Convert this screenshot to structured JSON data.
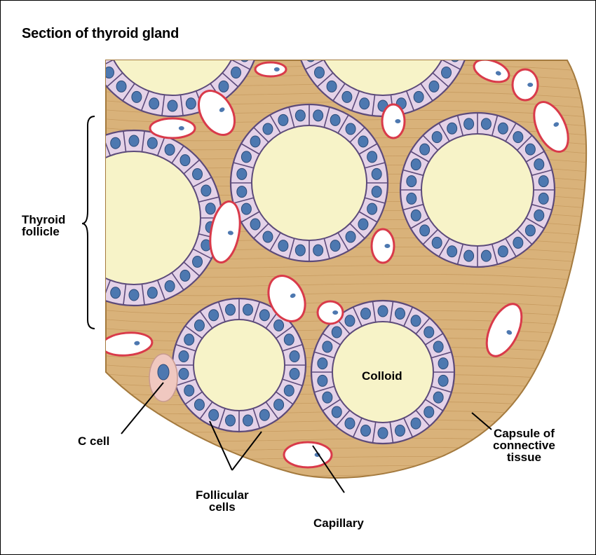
{
  "title": "Section of thyroid gland",
  "labels": {
    "thyroid_follicle": [
      "Thyroid",
      "follicle"
    ],
    "colloid": "Colloid",
    "c_cell": "C cell",
    "follicular_cells": [
      "Follicular",
      "cells"
    ],
    "capillary": "Capillary",
    "capsule": [
      "Capsule of",
      "connective",
      "tissue"
    ]
  },
  "colors": {
    "connective_tissue": "#d9b27a",
    "colloid": "#f7f3c8",
    "cell_fill": "#e4d2e8",
    "cell_outline": "#5c4a7a",
    "nucleus": "#4d78b0",
    "capillary_wall": "#d93a4a",
    "c_cell_fill": "#f0c8c0"
  }
}
